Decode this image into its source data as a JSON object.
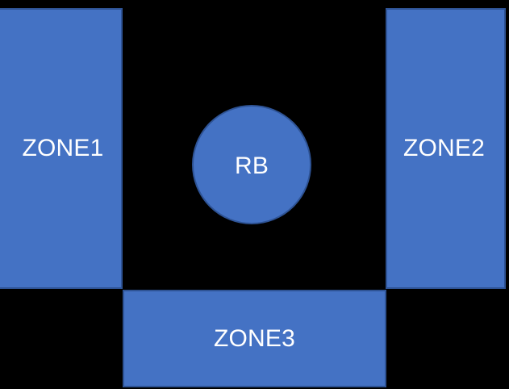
{
  "diagram": {
    "background_color": "#000000",
    "shape_fill_color": "#4472C4",
    "shape_border_color": "#2E5395",
    "label_color": "#FFFFFF",
    "shapes": [
      {
        "id": "zone1",
        "kind": "rectangle",
        "label": "ZONE1"
      },
      {
        "id": "zone2",
        "kind": "rectangle",
        "label": "ZONE2"
      },
      {
        "id": "zone3",
        "kind": "rectangle",
        "label": "ZONE3"
      },
      {
        "id": "rb",
        "kind": "circle",
        "label": "RB"
      }
    ]
  }
}
